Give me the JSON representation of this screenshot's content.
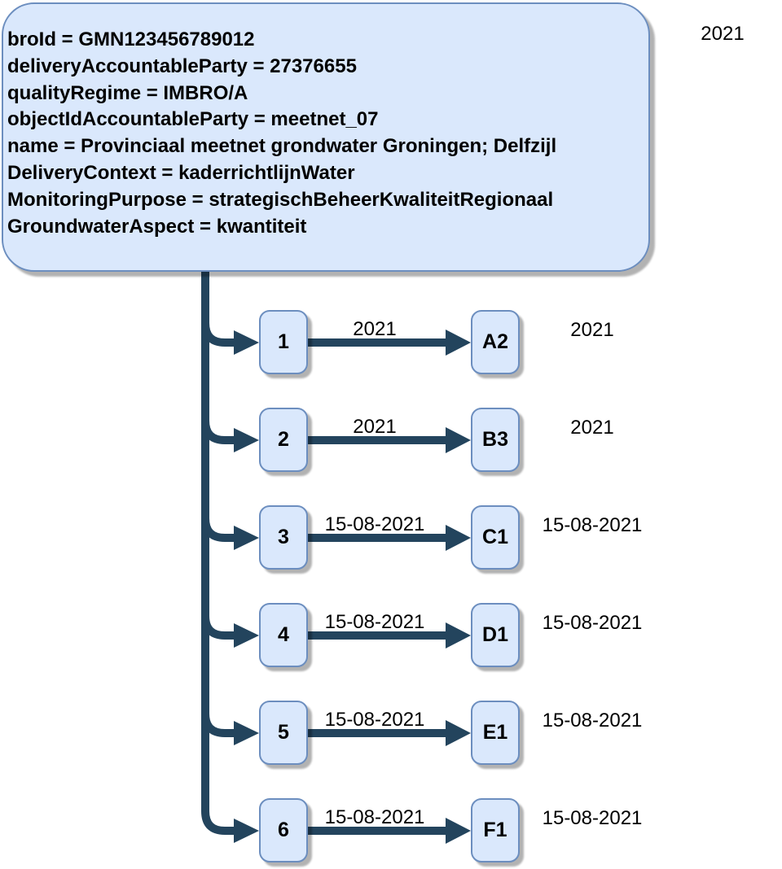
{
  "header_note": {
    "label": "2021"
  },
  "info_box": {
    "lines": [
      "broId = GMN123456789012",
      "deliveryAccountableParty = 27376655",
      "qualityRegime = IMBRO/A",
      "objectIdAccountableParty = meetnet_07",
      "name = Provinciaal meetnet grondwater Groningen; Delfzijl",
      "DeliveryContext = kaderrichtlijnWater",
      "MonitoringPurpose = strategischBeheerKwaliteitRegionaal",
      "GroundwaterAspect = kwantiteit"
    ]
  },
  "rows": [
    {
      "source": "1",
      "target": "A2",
      "edge_label": "2021",
      "right_label": "2021"
    },
    {
      "source": "2",
      "target": "B3",
      "edge_label": "2021",
      "right_label": "2021"
    },
    {
      "source": "3",
      "target": "C1",
      "edge_label": "15-08-2021",
      "right_label": "15-08-2021"
    },
    {
      "source": "4",
      "target": "D1",
      "edge_label": "15-08-2021",
      "right_label": "15-08-2021"
    },
    {
      "source": "5",
      "target": "E1",
      "edge_label": "15-08-2021",
      "right_label": "15-08-2021"
    },
    {
      "source": "6",
      "target": "F1",
      "edge_label": "15-08-2021",
      "right_label": "15-08-2021"
    }
  ],
  "colors": {
    "node_fill": "#dae8fc",
    "node_border": "#6c8ebf",
    "connector": "#23445d",
    "text": "#000000"
  }
}
